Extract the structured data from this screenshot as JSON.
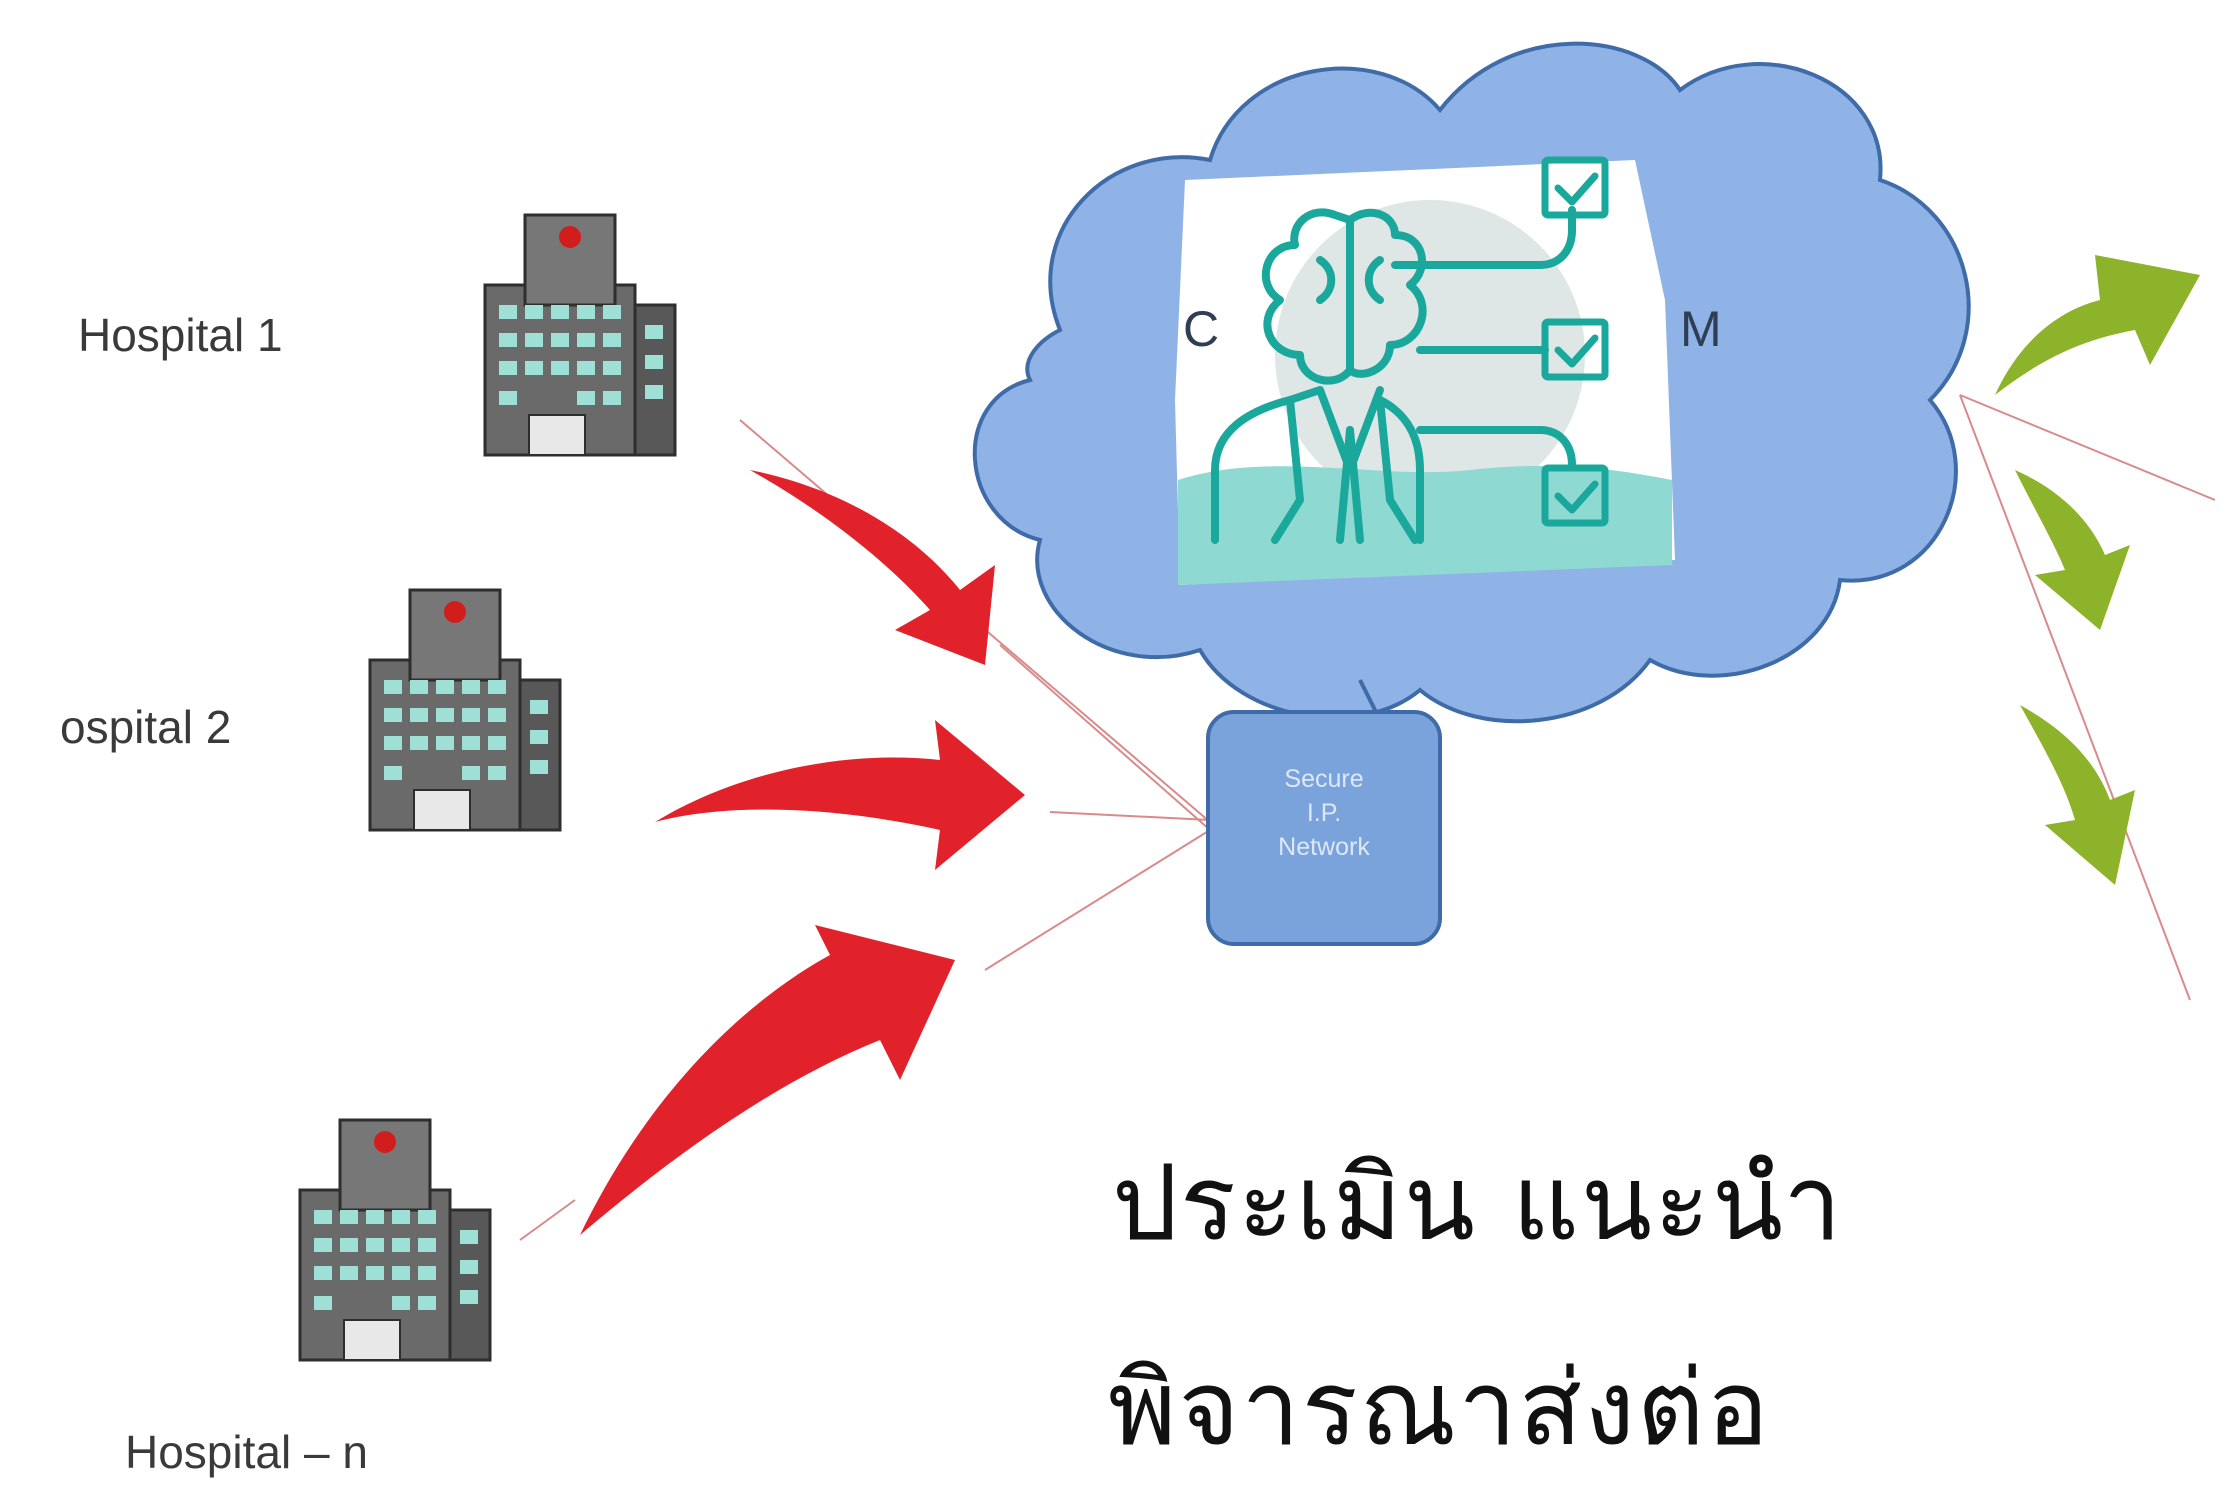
{
  "hospitals": [
    {
      "label": "Hospital 1"
    },
    {
      "label": "ospital 2"
    },
    {
      "label": "Hospital – n"
    }
  ],
  "cloud": {
    "fill": "#8fb3e6",
    "stroke": "#3f6ca8",
    "fragment_left": "C",
    "fragment_right": "M"
  },
  "network": {
    "line1": "Secure",
    "line2": "I.P.",
    "line3": "Network",
    "fill": "#7aa3db"
  },
  "icon": {
    "name": "doctor-brain-checklist-icon",
    "color": "#1aa89c"
  },
  "caption": {
    "line1": "ประเมิน แนะนำ",
    "line2": "พิจารณาส่งต่อ"
  },
  "colors": {
    "incoming_arrows": "#e2222a",
    "outgoing_arrows": "#8db32b",
    "thin_lines": "#d98a8a"
  }
}
